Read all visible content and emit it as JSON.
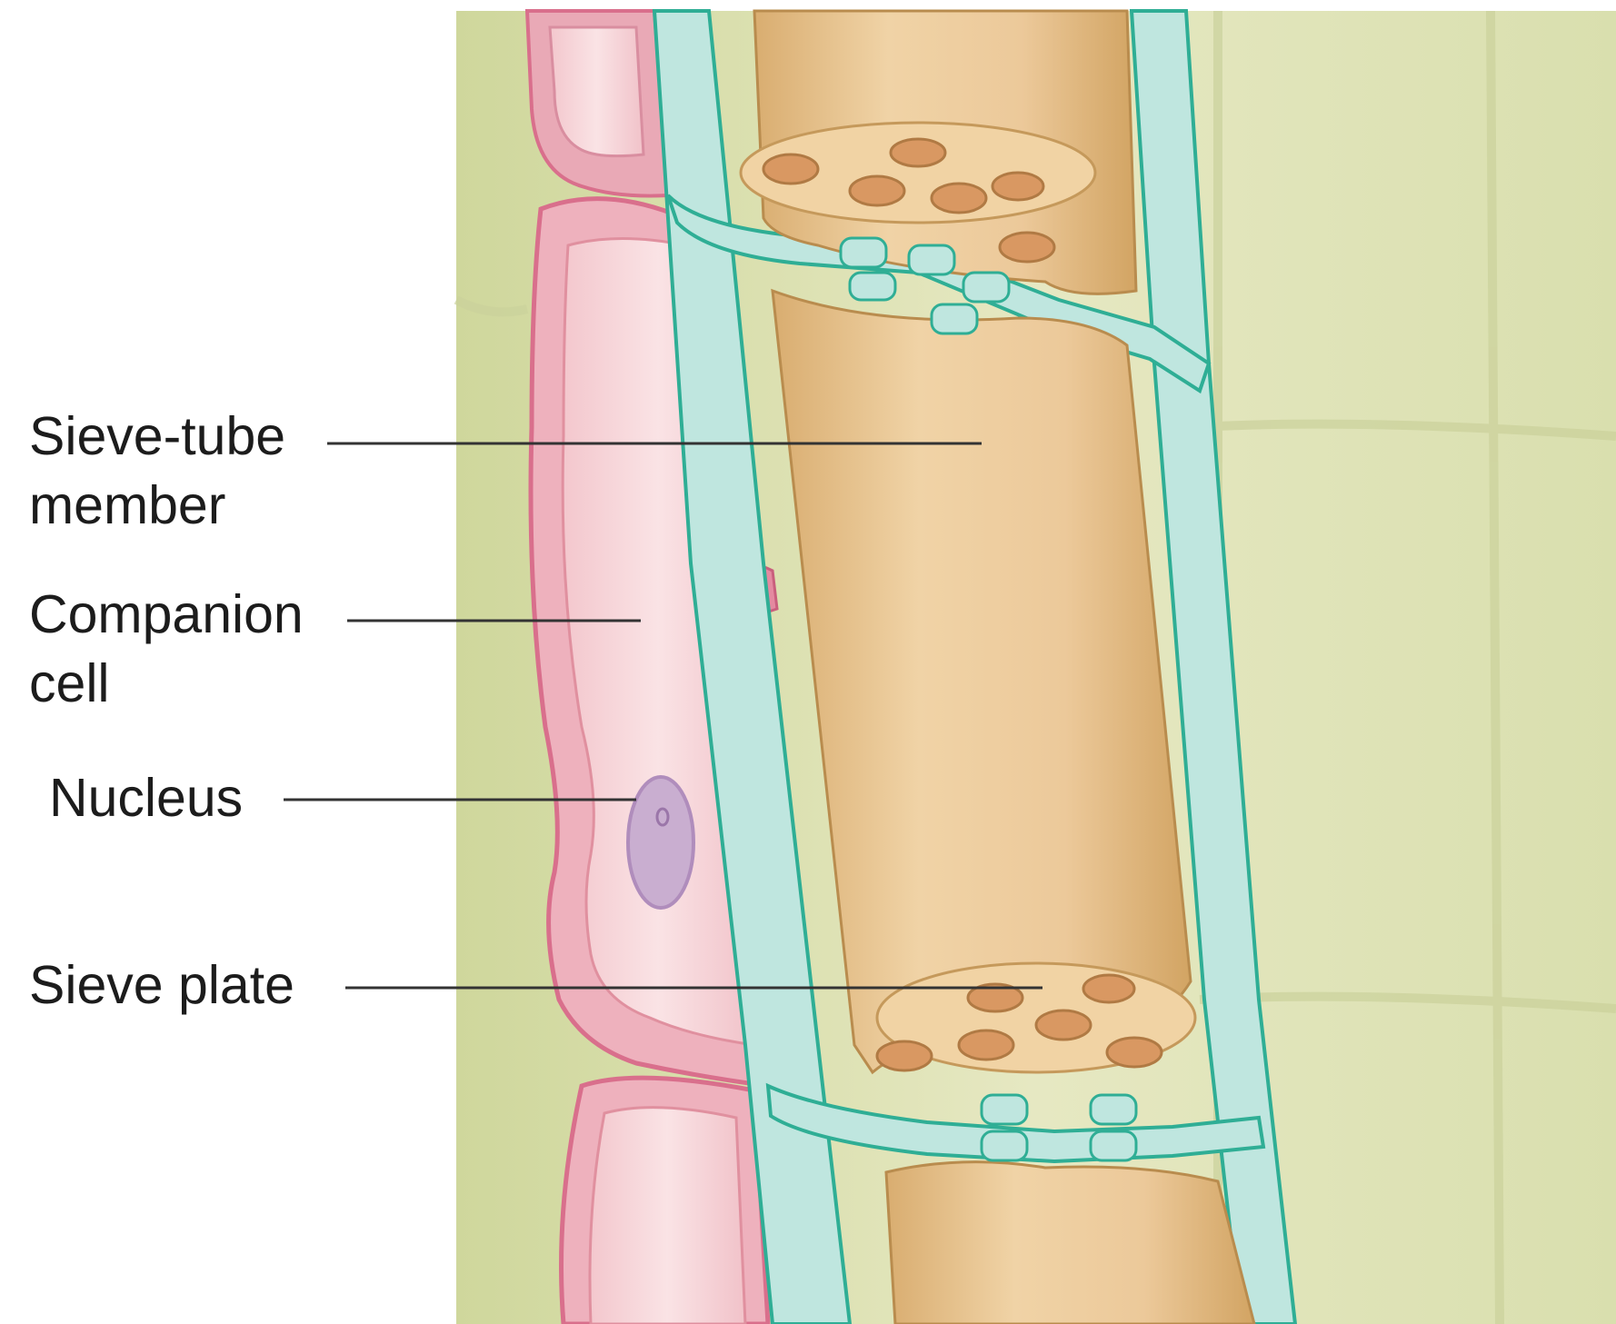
{
  "labels": {
    "sieve_tube_member": {
      "line1": "Sieve-tube",
      "line2": "member"
    },
    "companion_cell": {
      "line1": "Companion",
      "line2": "cell"
    },
    "nucleus": "Nucleus",
    "sieve_plate": "Sieve plate"
  },
  "colors": {
    "background": "#ffffff",
    "surrounding_tissue": "#dfe3b4",
    "companion_cell_fill": "#f6d3d6",
    "companion_cell_wall": "#d96f8c",
    "sieve_tube_fill": "#e7c58f",
    "cell_wall_teal": "#bfe6df",
    "cell_wall_line": "#2fae95",
    "nucleus_fill": "#c9aed0",
    "leader_line": "#333333"
  }
}
